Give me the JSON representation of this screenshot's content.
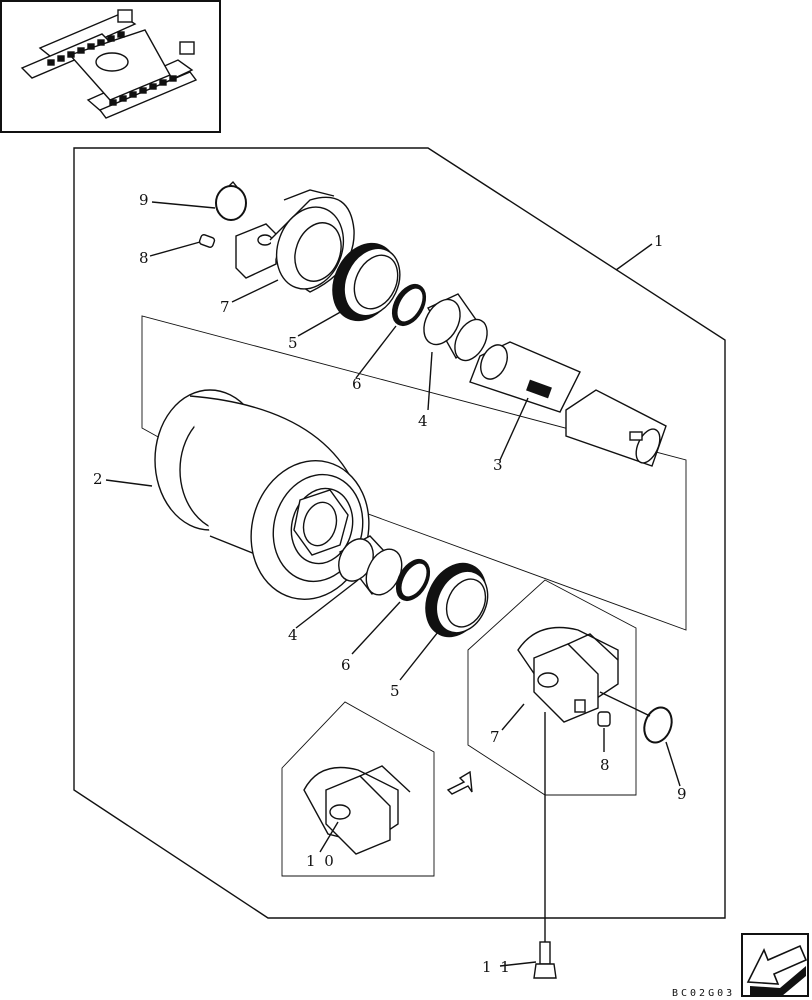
{
  "diagram": {
    "labels": {
      "frame_main": "1",
      "roller": "2",
      "shaft": "3",
      "bushing_upper": "4",
      "bushing_lower": "4",
      "seal_upper": "5",
      "seal_lower": "5",
      "oring_upper": "6",
      "oring_lower": "6",
      "collar_upper": "7",
      "collar_lower": "7",
      "plug_upper": "8",
      "plug_lower": "8",
      "snap_ring_upper": "9",
      "snap_ring_lower": "9",
      "collar_alt": "1 0",
      "bolt": "1 1"
    },
    "drawing_code": "BC02G03",
    "icons": {
      "overview": "undercarriage-track-frame-thumbnail",
      "nav": "previous-page-arrow-icon"
    }
  }
}
